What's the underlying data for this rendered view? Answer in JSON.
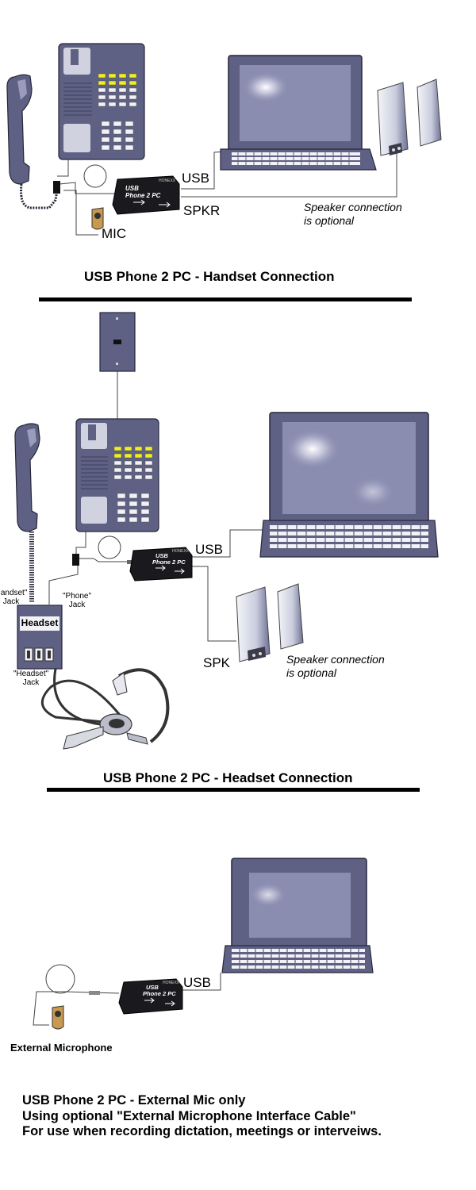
{
  "colors": {
    "device_body": "#5f6184",
    "device_dark": "#26263a",
    "screen": "#8a8cb0",
    "key_yellow": "#f0f020",
    "mic_gold": "#c89a50",
    "speaker_light": "#d8dbe6"
  },
  "device": {
    "brand": "HONEXX",
    "line1": "USB",
    "line2": "Phone 2 PC"
  },
  "section1": {
    "label_usb": "USB",
    "label_spkr": "SPKR",
    "label_mic": "MIC",
    "speaker_note_line1": "Speaker connection",
    "speaker_note_line2": "is optional",
    "title": "USB Phone 2 PC - Handset Connection"
  },
  "section2": {
    "label_usb": "USB",
    "label_spk": "SPK",
    "handset_jack_line1": "Handset\"",
    "handset_jack_line2": "Jack",
    "phone_jack_line1": "\"Phone\"",
    "phone_jack_line2": "Jack",
    "headset_box_label": "Headset",
    "headset_jack_line1": "\"Headset\"",
    "headset_jack_line2": "Jack",
    "speaker_note_line1": "Speaker connection",
    "speaker_note_line2": "is optional",
    "title": "USB Phone 2 PC - Headset Connection"
  },
  "section3": {
    "label_usb": "USB",
    "external_mic_label": "External Microphone",
    "caption_line1": "USB Phone 2 PC - External Mic only",
    "caption_line2": "Using optional \"External Microphone Interface Cable\"",
    "caption_line3": "For use when recording dictation, meetings or interveiws."
  }
}
